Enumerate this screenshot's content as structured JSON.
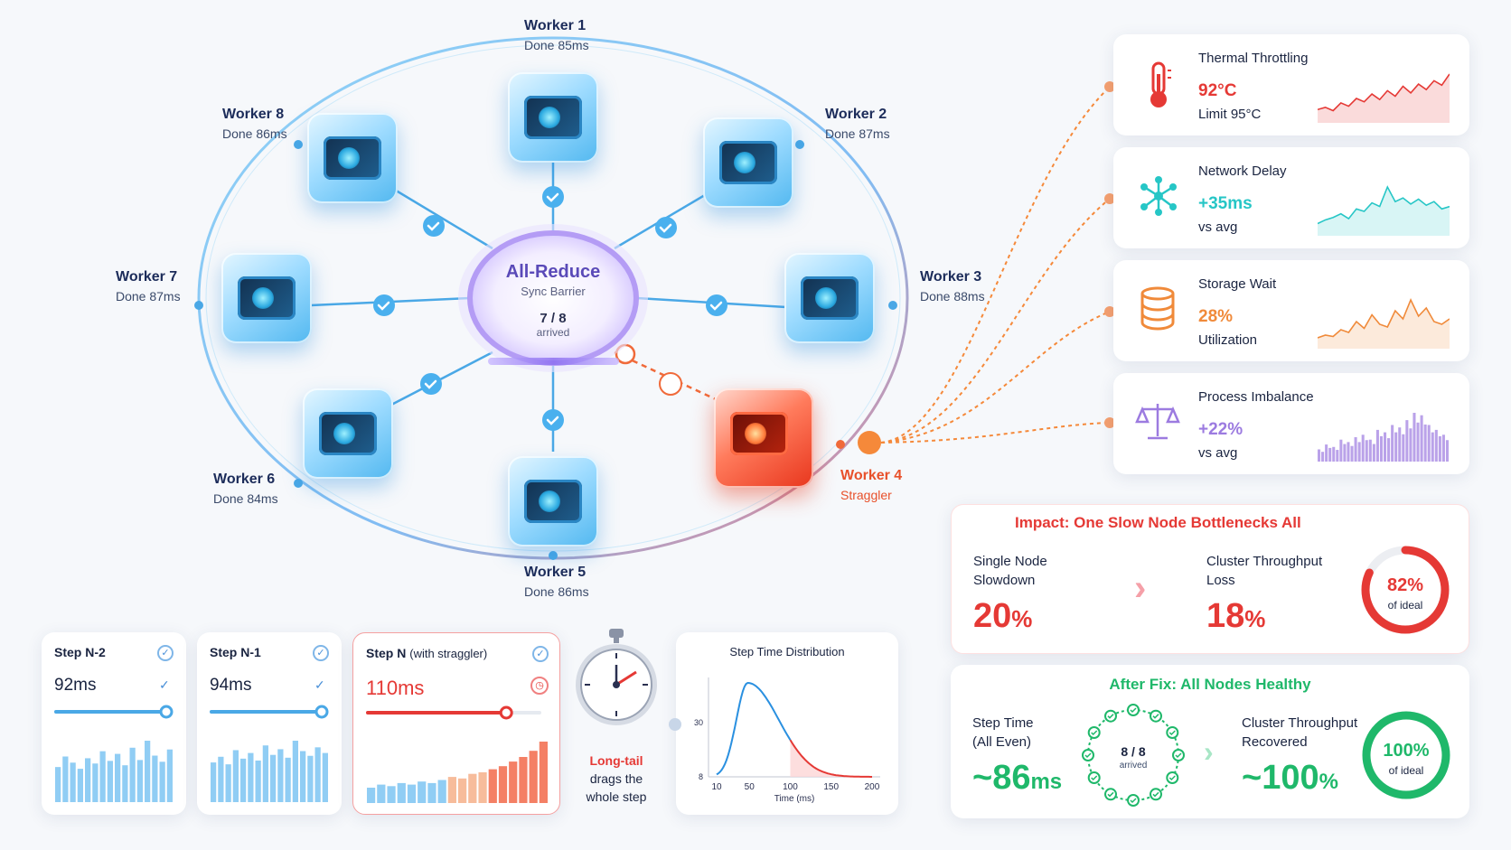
{
  "center": {
    "title": "All-Reduce",
    "subtitle": "Sync Barrier",
    "count": "7 / 8",
    "count_label": "arrived"
  },
  "workers": [
    {
      "name": "Worker 1",
      "status": "Done 85ms"
    },
    {
      "name": "Worker 2",
      "status": "Done 87ms"
    },
    {
      "name": "Worker 3",
      "status": "Done 88ms"
    },
    {
      "name": "Worker 4",
      "status": "Straggler"
    },
    {
      "name": "Worker 5",
      "status": "Done 86ms"
    },
    {
      "name": "Worker 6",
      "status": "Done 84ms"
    },
    {
      "name": "Worker 7",
      "status": "Done 87ms"
    },
    {
      "name": "Worker 8",
      "status": "Done 86ms"
    }
  ],
  "causes": [
    {
      "title": "Thermal Throttling",
      "value": "92°C",
      "sub": "Limit 95°C",
      "color": "#e53935",
      "icon": "thermometer-icon",
      "spark": [
        12,
        14,
        11,
        18,
        15,
        22,
        19,
        26,
        21,
        29,
        24,
        33,
        27,
        35,
        30,
        38,
        34,
        44
      ]
    },
    {
      "title": "Network Delay",
      "value": "+35ms",
      "sub": "vs avg",
      "color": "#26c6c6",
      "icon": "network-icon",
      "spark": [
        10,
        13,
        15,
        18,
        14,
        22,
        20,
        27,
        24,
        40,
        28,
        31,
        26,
        30,
        25,
        28,
        22,
        24
      ]
    },
    {
      "title": "Storage Wait",
      "value": "28%",
      "sub": "Utilization",
      "color": "#f08a3a",
      "icon": "database-icon",
      "spark": [
        8,
        10,
        9,
        14,
        12,
        20,
        15,
        25,
        18,
        16,
        28,
        22,
        36,
        24,
        30,
        20,
        18,
        22
      ]
    },
    {
      "title": "Process Imbalance",
      "value": "+22%",
      "sub": "vs avg",
      "color": "#9c7be0",
      "icon": "scale-icon",
      "spark": [
        10,
        14,
        12,
        18,
        16,
        20,
        22,
        18,
        26,
        24,
        30,
        28,
        34,
        40,
        38,
        30,
        26,
        22
      ]
    }
  ],
  "impact": {
    "title": "Impact: One Slow Node Bottlenecks All",
    "left_label_1": "Single Node",
    "left_label_2": "Slowdown",
    "left_value": "20",
    "left_unit": "%",
    "right_label_1": "Cluster Throughput",
    "right_label_2": "Loss",
    "right_value": "18",
    "right_unit": "%",
    "gauge_value": "82%",
    "gauge_label": "of ideal",
    "gauge_fraction": 0.82
  },
  "after": {
    "title": "After Fix: All Nodes Healthy",
    "left_label_1": "Step Time",
    "left_label_2": "(All Even)",
    "left_value": "~86",
    "left_unit": "ms",
    "ring_count": "8 / 8",
    "ring_label": "arrived",
    "right_label_1": "Cluster Throughput",
    "right_label_2": "Recovered",
    "right_value": "~100",
    "right_unit": "%",
    "gauge_value": "100%",
    "gauge_label": "of ideal",
    "gauge_fraction": 1.0
  },
  "steps": [
    {
      "title": "Step N-2",
      "title_suffix": "",
      "value": "92ms",
      "progress": 1.0,
      "bars": [
        40,
        52,
        45,
        38,
        50,
        44,
        58,
        47,
        55,
        42,
        62,
        48,
        70,
        53,
        46,
        60
      ]
    },
    {
      "title": "Step N-1",
      "title_suffix": "",
      "value": "94ms",
      "progress": 1.0,
      "bars": [
        42,
        48,
        40,
        55,
        46,
        52,
        44,
        60,
        50,
        56,
        47,
        65,
        54,
        49,
        58,
        52
      ]
    },
    {
      "title": "Step N",
      "title_suffix": "(with straggler)",
      "value": "110ms",
      "progress": 0.8,
      "bars": [
        20,
        24,
        22,
        26,
        24,
        28,
        26,
        30,
        34,
        32,
        38,
        40,
        44,
        48,
        54,
        60,
        68,
        80
      ]
    }
  ],
  "stopwatch_caption": {
    "line1": "Long-tail",
    "line2": "drags the",
    "line3": "whole step"
  },
  "dist_chart": {
    "title": "Step Time Distribution",
    "xlabel": "Time (ms)",
    "xticks": [
      "10",
      "50",
      "100",
      "150",
      "200"
    ],
    "yticks": [
      "8",
      "30"
    ]
  }
}
